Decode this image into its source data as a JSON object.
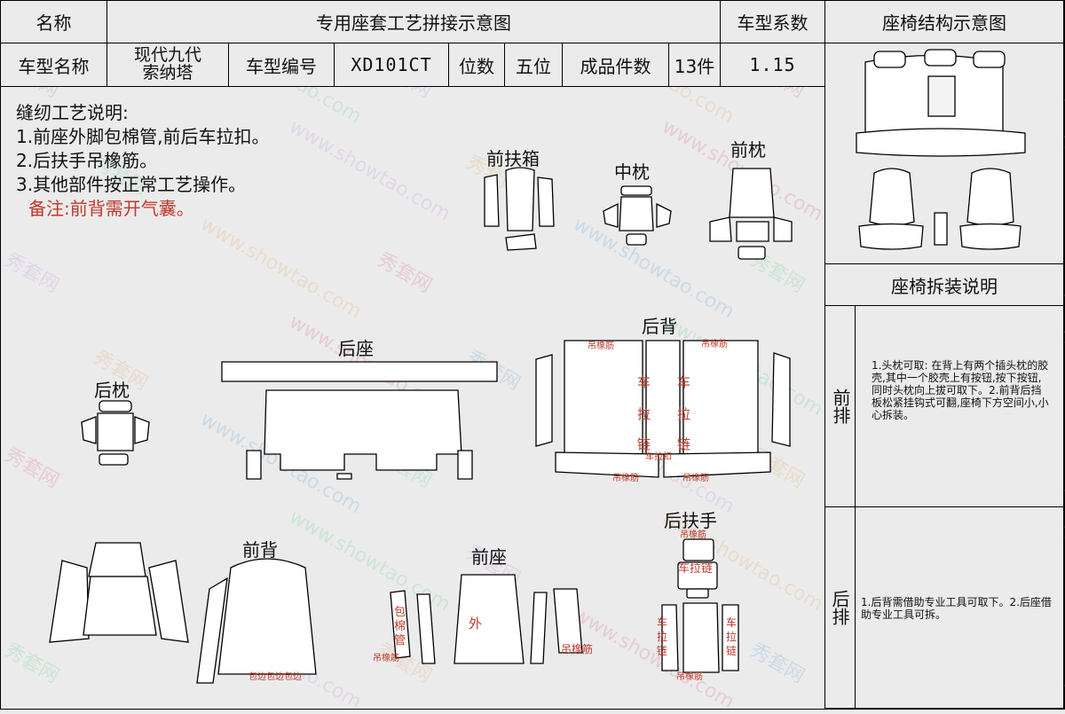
{
  "header": {
    "name_label": "名称",
    "title": "专用座套工艺拼接示意图",
    "coef_label": "车型系数",
    "structure_title": "座椅结构示意图"
  },
  "info": {
    "model_name_label": "车型名称",
    "model_name_line1": "现代九代",
    "model_name_line2": "索纳塔",
    "model_code_label": "车型编号",
    "model_code": "XD101CT",
    "seats_label": "位数",
    "seats_value": "五位",
    "pieces_label": "成品件数",
    "pieces_value": "13件",
    "coef_value": "1.15"
  },
  "sewing_notes": {
    "title": "缝纫工艺说明:",
    "items": [
      "1.前座外脚包棉管,前后车拉扣。",
      "2.后扶手吊橡筋。",
      "3.其他部件按正常工艺操作。"
    ],
    "remark": "备注:前背需开气囊。"
  },
  "parts": {
    "front_armbox": "前扶箱",
    "mid_pillow": "中枕",
    "front_pillow": "前枕",
    "rear_back": "后背",
    "rear_seat": "后座",
    "rear_pillow": "后枕",
    "rear_armrest": "后扶手",
    "front_back": "前背",
    "front_seat": "前座"
  },
  "annotations": {
    "elastic": "吊橡筋",
    "car": "车",
    "pull": "拉",
    "chain": "链",
    "zipper": "车拉链",
    "wrap": "包",
    "cotton": "棉",
    "tube": "管",
    "outer": "外",
    "pullbuckle": "车拉扣",
    "wrapedge": "包边"
  },
  "side": {
    "disassembly_title": "座椅拆装说明",
    "front_row": "前排",
    "front_row_text": "1.头枕可取: 在背上有两个插头枕的胶壳,其中一个胶壳上有按钮,按下按钮,同时头枕向上拔可取下。2.前背后挡板松紧挂钩式可翻,座椅下方空间小,小心拆装。",
    "rear_row": "后排",
    "rear_row_text": "1.后背需借助专业工具可取下。2.后座借助专业工具可拆。"
  },
  "watermark": {
    "cn": "秀套网",
    "url": "www.showtao.com"
  },
  "colors": {
    "annotation": "#c0392b",
    "background": "#ebebeb",
    "line": "#000000"
  }
}
